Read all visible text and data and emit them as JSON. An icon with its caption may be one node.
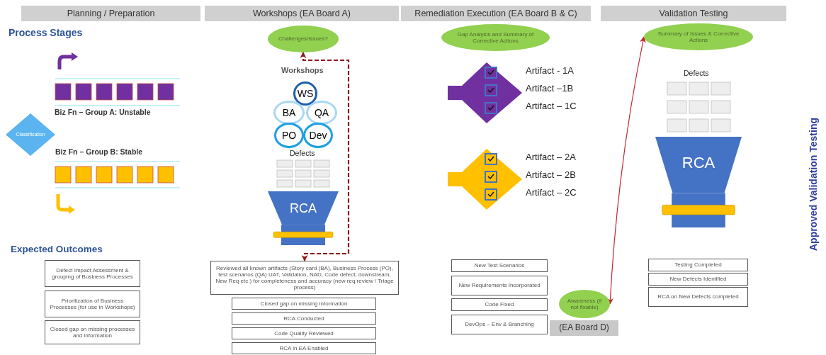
{
  "diagram": {
    "nodes": [
      {
        "text": [
          "Planning / Preparation"
        ]
      },
      {
        "text": [
          "Workshops (EA Board A)"
        ]
      },
      {
        "text": [
          "Remediation Execution (EA Board B & C)"
        ]
      },
      {
        "text": [
          "Validation Testing"
        ]
      },
      {
        "text": [
          "Classification"
        ]
      },
      {
        "text": [
          "Defect Impact Assessment & grouping of Business Processes"
        ]
      },
      {
        "text": [
          "Prioritization of Business Processes (for use in Workshops)"
        ]
      },
      {
        "text": [
          "Closed gap on missing processes and information"
        ]
      },
      {
        "text": [
          "Challenges/Issues?"
        ]
      },
      {
        "text": [
          "WS"
        ]
      },
      {
        "text": [
          "BA"
        ]
      },
      {
        "text": [
          "QA"
        ]
      },
      {
        "text": [
          "PO"
        ]
      },
      {
        "text": [
          "Dev"
        ]
      },
      {
        "text": [
          "RCA"
        ]
      },
      {
        "text": [
          "Reviewed all known artifacts (Story card (BA), Business Process (PO), test scenarios (QA) UAT, Validation, NAD, Code defect, downstream, New Req etc.) for completeness and accuracy (new req review / Triage process)"
        ]
      },
      {
        "text": [
          "Closed gap on missing information"
        ]
      },
      {
        "text": [
          "RCA Conducted"
        ]
      },
      {
        "text": [
          "Code Quality Reviewed"
        ]
      },
      {
        "text": [
          "RCA in EA Enabled"
        ]
      },
      {
        "text": [
          "Gap Analysis and Summary of Corrective Actions"
        ]
      },
      {
        "text": [
          "Artifact - 1A",
          "Artifact –1B",
          "Artifact – 1C"
        ]
      },
      {
        "text": [
          "Artifact – 2A",
          "Artifact – 2B",
          "Artifact – 2C"
        ]
      },
      {
        "text": [
          "New Test Scenarios"
        ]
      },
      {
        "text": [
          "New Requirements Incorporated"
        ]
      },
      {
        "text": [
          "Code Fixed"
        ]
      },
      {
        "text": [
          "DevOps – Env & Branching"
        ]
      },
      {
        "text": [
          "Awareness (if not fixable)"
        ]
      },
      {
        "text": [
          "(EA Board D)"
        ]
      },
      {
        "text": [
          "Summary of Issues & Corrective Actions"
        ]
      },
      {
        "text": [
          "RCA"
        ]
      },
      {
        "text": [
          "Testing Completed"
        ]
      },
      {
        "text": [
          "New Defects Identified"
        ]
      },
      {
        "text": [
          "RCA on New Defects completed"
        ]
      }
    ],
    "edges": [
      {
        "from": 8,
        "to": 15,
        "arrow": "both",
        "style": "dashed",
        "color": "#8b1a1a"
      },
      {
        "from": 29,
        "to": 27,
        "arrow": "both",
        "color": "#c0272d"
      }
    ],
    "labels": [
      "Process Stages",
      "Biz Fn – Group A: Unstable",
      "Biz Fn – Group B: Stable",
      "Expected Outcomes",
      "Workshops",
      "Defects",
      "Defects",
      "Approved Validation Testing"
    ]
  }
}
